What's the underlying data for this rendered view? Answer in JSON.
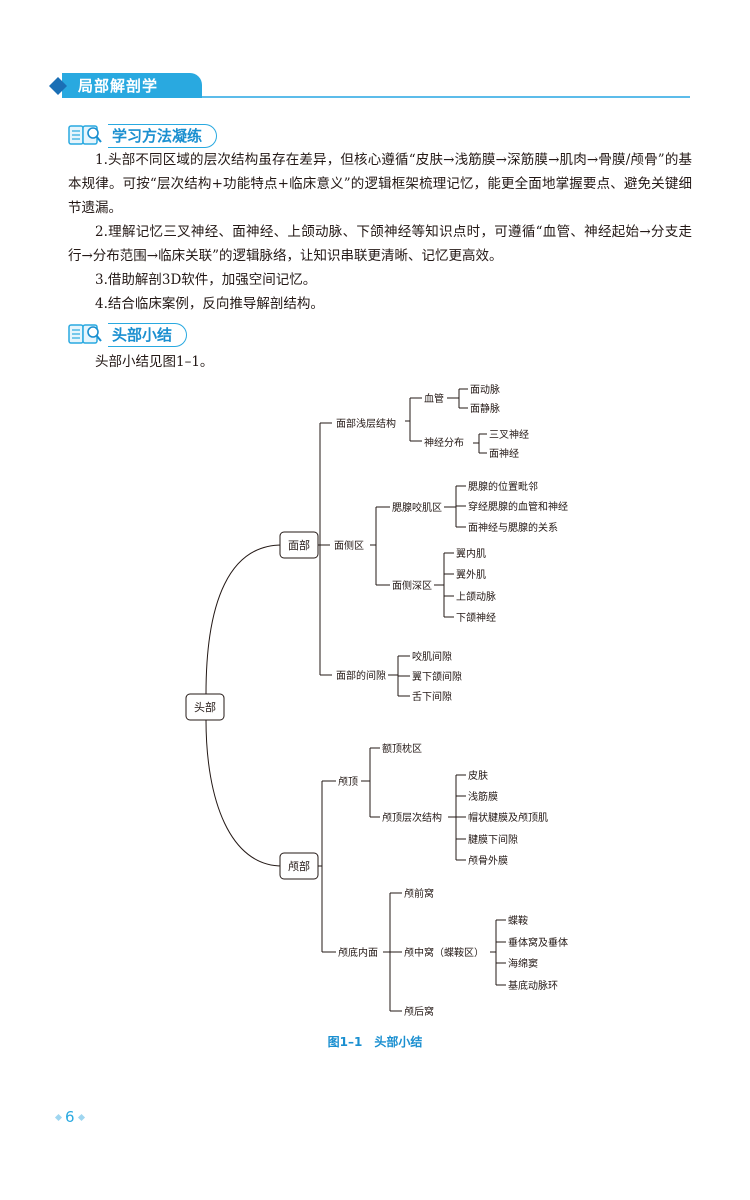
{
  "chapter": {
    "title": "局部解剖学"
  },
  "section1": {
    "heading": "学习方法凝练",
    "items": [
      "1.头部不同区域的层次结构虽存在差异，但核心遵循“皮肤→浅筋膜→深筋膜→肌肉→骨膜/颅骨”的基本规律。可按“层次结构+功能特点+临床意义”的逻辑框架梳理记忆，能更全面地掌握要点、避免关键细节遗漏。",
      "2.理解记忆三叉神经、面神经、上颌动脉、下颌神经等知识点时，可遵循“血管、神经起始→分支走行→分布范围→临床关联”的逻辑脉络，让知识串联更清晰、记忆更高效。",
      "3.借助解剖3D软件，加强空间记忆。",
      "4.结合临床案例，反向推导解剖结构。"
    ]
  },
  "section2": {
    "heading": "头部小结",
    "intro": "头部小结见图1–1。"
  },
  "diagram": {
    "root": "头部",
    "face": "面部",
    "skull": "颅部",
    "face_superficial": "面部浅层结构",
    "vessels": "血管",
    "facial_artery": "面动脉",
    "facial_vein": "面静脉",
    "nerve_distribution": "神经分布",
    "trigeminal_nerve": "三叉神经",
    "facial_nerve": "面神经",
    "face_lateral": "面侧区",
    "parotid_masseter": "腮腺咬肌区",
    "parotid_position": "腮腺的位置毗邻",
    "parotid_vessels_nerves": "穿经腮腺的血管和神经",
    "facial_nerve_parotid": "面神经与腮腺的关系",
    "deep_lateral": "面侧深区",
    "medial_pterygoid": "翼内肌",
    "lateral_pterygoid": "翼外肌",
    "maxillary_artery": "上颌动脉",
    "mandibular_nerve": "下颌神经",
    "face_spaces": "面部的间隙",
    "masseteric_space": "咬肌间隙",
    "pterygomandibular_space": "翼下颌间隙",
    "sublingual_space": "舌下间隙",
    "skull_vault": "颅顶",
    "fronto_parieto_occipital": "额顶枕区",
    "vault_layers": "颅顶层次结构",
    "skin": "皮肤",
    "superficial_fascia": "浅筋膜",
    "galea": "帽状腱膜及颅顶肌",
    "subaponeurotic_space": "腱膜下间隙",
    "pericranium": "颅骨外膜",
    "skull_base_inner": "颅底内面",
    "anterior_fossa": "颅前窝",
    "middle_fossa": "颅中窝（蝶鞍区）",
    "sella": "蝶鞍",
    "pituitary": "垂体窝及垂体",
    "cavernous_sinus": "海绵窦",
    "arterial_circle": "基底动脉环",
    "posterior_fossa": "颅后窝"
  },
  "figure": {
    "caption": "图1–1　头部小结"
  },
  "page": {
    "number": "6"
  },
  "colors": {
    "accent": "#29a9e0",
    "accent_dark": "#1a8fd0",
    "text": "#231815"
  }
}
